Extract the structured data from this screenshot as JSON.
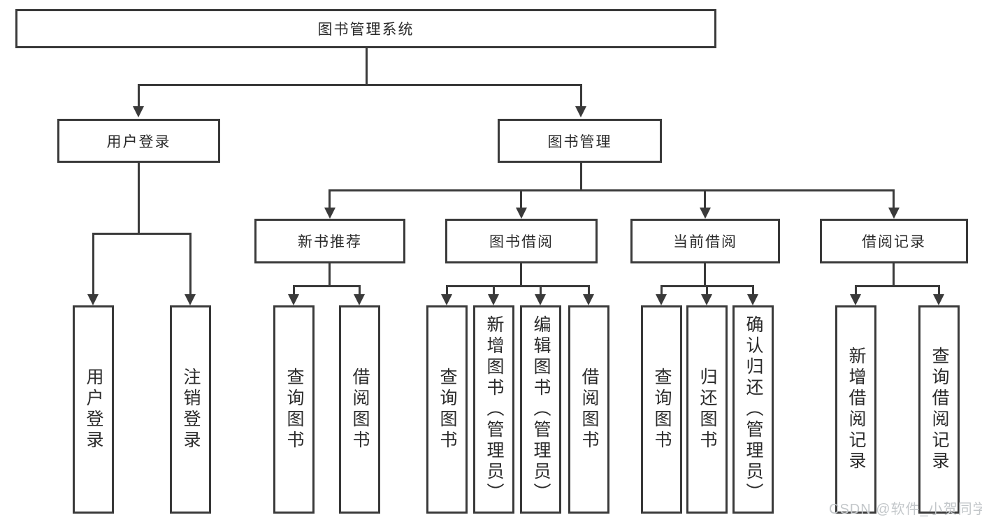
{
  "tree": {
    "label": "图书管理系统",
    "children": [
      {
        "label": "用户登录",
        "children": [
          {
            "label": "用户登录"
          },
          {
            "label": "注销登录"
          }
        ]
      },
      {
        "label": "图书管理",
        "children": [
          {
            "label": "新书推荐",
            "children": [
              {
                "label": "查询图书"
              },
              {
                "label": "借阅图书"
              }
            ]
          },
          {
            "label": "图书借阅",
            "children": [
              {
                "label": "查询图书"
              },
              {
                "label": "新增图书（管理员）"
              },
              {
                "label": "编辑图书（管理员）"
              },
              {
                "label": "借阅图书"
              }
            ]
          },
          {
            "label": "当前借阅",
            "children": [
              {
                "label": "查询图书"
              },
              {
                "label": "归还图书"
              },
              {
                "label": "确认归还（管理员）"
              }
            ]
          },
          {
            "label": "借阅记录",
            "children": [
              {
                "label": "新增借阅记录"
              },
              {
                "label": "查询借阅记录"
              }
            ]
          }
        ]
      }
    ]
  },
  "watermark": {
    "text": "CSDN @软件_小贺同学"
  },
  "colors": {
    "line": "#3a3a3a",
    "background": "#ffffff",
    "watermark": "#c3c7ca"
  }
}
